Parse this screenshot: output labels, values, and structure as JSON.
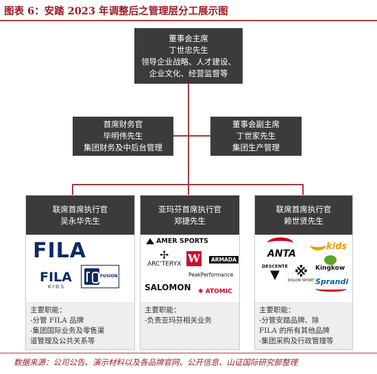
{
  "title": "图表 6：安踏 2023 年调整后之管理层分工展示图",
  "chairman": {
    "role": "董事会主席",
    "name": "丁世忠先生",
    "duty1": "领导企业战略、人才建设、",
    "duty2": "企业文化、经营监督等"
  },
  "cfo": {
    "role": "首席财务官",
    "name": "毕明伟先生",
    "duty": "集团财务及中后台管理"
  },
  "vice_chair": {
    "role": "董事会副主席",
    "name": "丁世家先生",
    "duty": "集团生产管理"
  },
  "ceos": [
    {
      "role": "联席首席执行官",
      "name": "吴永华先生",
      "duty_title": "主要职能：",
      "duties": [
        "-分管 FILA 品牌",
        "-集团国际业务及零售渠",
        "道管理及公共关系等"
      ]
    },
    {
      "role": "亚玛芬首席执行官",
      "name": "郑捷先生",
      "duty_title": "主要职能：",
      "duties": [
        "-负责亚玛芬相关业务"
      ]
    },
    {
      "role": "联席首席执行官",
      "name": "赖世贤先生",
      "duty_title": "主要职能：",
      "duties": [
        "-分管安踏品牌、除",
        "FILA 的所有其他品牌",
        "-集团采购及行政管理等"
      ]
    }
  ],
  "logos": {
    "fila": "FILA",
    "fila_kids_top": "FILA",
    "fila_kids_bottom": "K I D S",
    "fusion": "FUSION",
    "amer": "AMER SPORTS",
    "arcteryx": "ARC'TERYX",
    "armada": "ARMADA",
    "peak": "PeakPerformance",
    "salomon": "SALOMON",
    "atomic": "ATOMIC",
    "anta": "ANTA",
    "kids": "kids",
    "descente": "DESCENTE",
    "kingkow": "Kingkow",
    "kolon": "KOLON SPORT",
    "sprandi": "Sprandi"
  },
  "source": "数据来源：公司公告、演示材料以及各品牌官网、公开信息、山证国际研究部整理",
  "colors": {
    "box": "#3b3b3b",
    "line": "#a33a3a",
    "title": "#9c1c24"
  }
}
